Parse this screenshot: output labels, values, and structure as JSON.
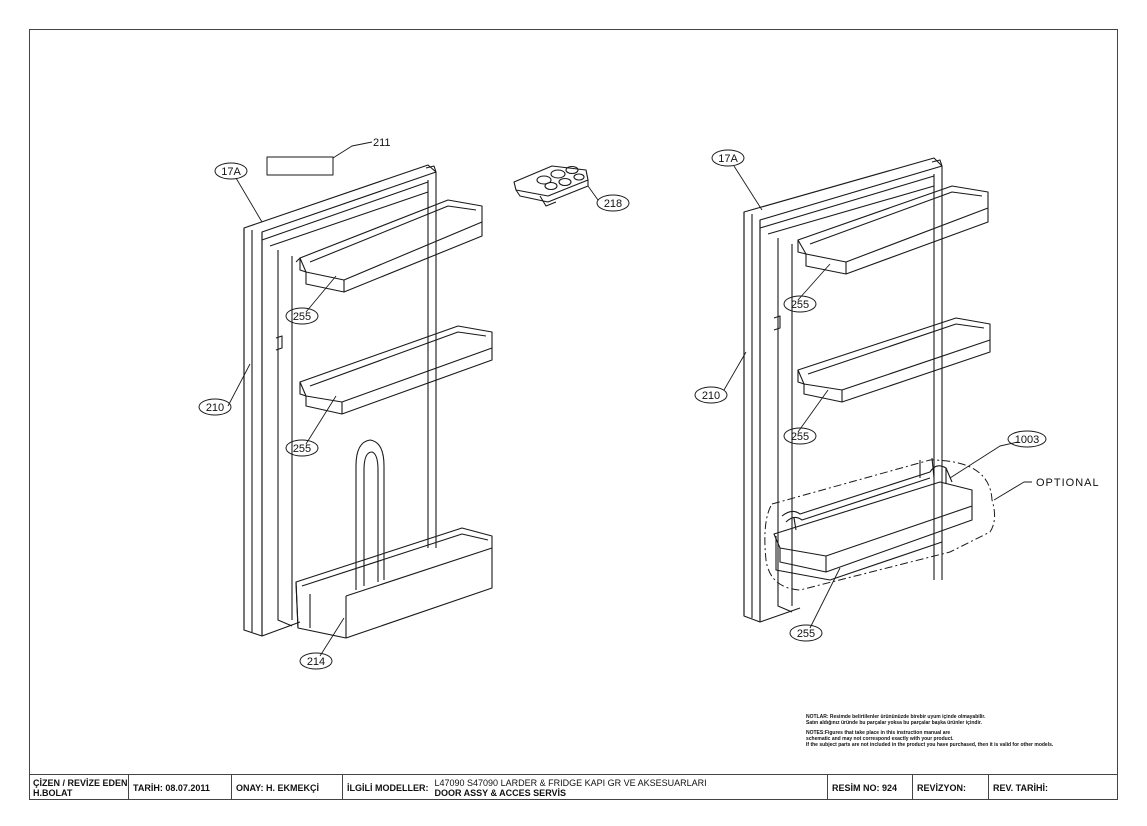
{
  "callouts": {
    "l_17a": "17A",
    "l_211": "211",
    "l_218": "218",
    "l_255a": "255",
    "l_255b": "255",
    "l_210": "210",
    "l_214": "214",
    "r_17a": "17A",
    "r_255a": "255",
    "r_255b": "255",
    "r_210": "210",
    "r_1003": "1003",
    "r_255c": "255",
    "optional": "OPTIONAL"
  },
  "notes": {
    "tr_line1": "NOTLAR: Resimde belirtilenler ürününüzde birebir uyum içinde olmayabilir.",
    "tr_line2": "Satın aldığınız üründe bu parçalar yoksa bu parçalar başka ürünler içindir.",
    "en_line1": "NOTES:Figures that take place in this instruction manual are",
    "en_line2": "schematic and may not correspond exactly with your product.",
    "en_line3": "If the subject parts are not included in the product you have purchased, then it is valid for other models."
  },
  "title_block": {
    "drawn_label": "ÇİZEN / REVİZE EDEN:",
    "drawn_value": "H.BOLAT",
    "date": "TARİH: 08.07.2011",
    "approval": "ONAY: H. EKMEKÇİ",
    "models_label": "İLGİLİ MODELLER:",
    "models_line1": "L47090  S47090 LARDER & FRIDGE  KAPI GR VE AKSESUARLARI",
    "models_line2": "DOOR ASSY & ACCES SERVİS",
    "drawing_no": "RESİM NO: 924",
    "revision": "REVİZYON:",
    "revision_date": "REV. TARİHİ:"
  },
  "colors": {
    "line": "#1a1a1a",
    "paper": "#ffffff"
  }
}
